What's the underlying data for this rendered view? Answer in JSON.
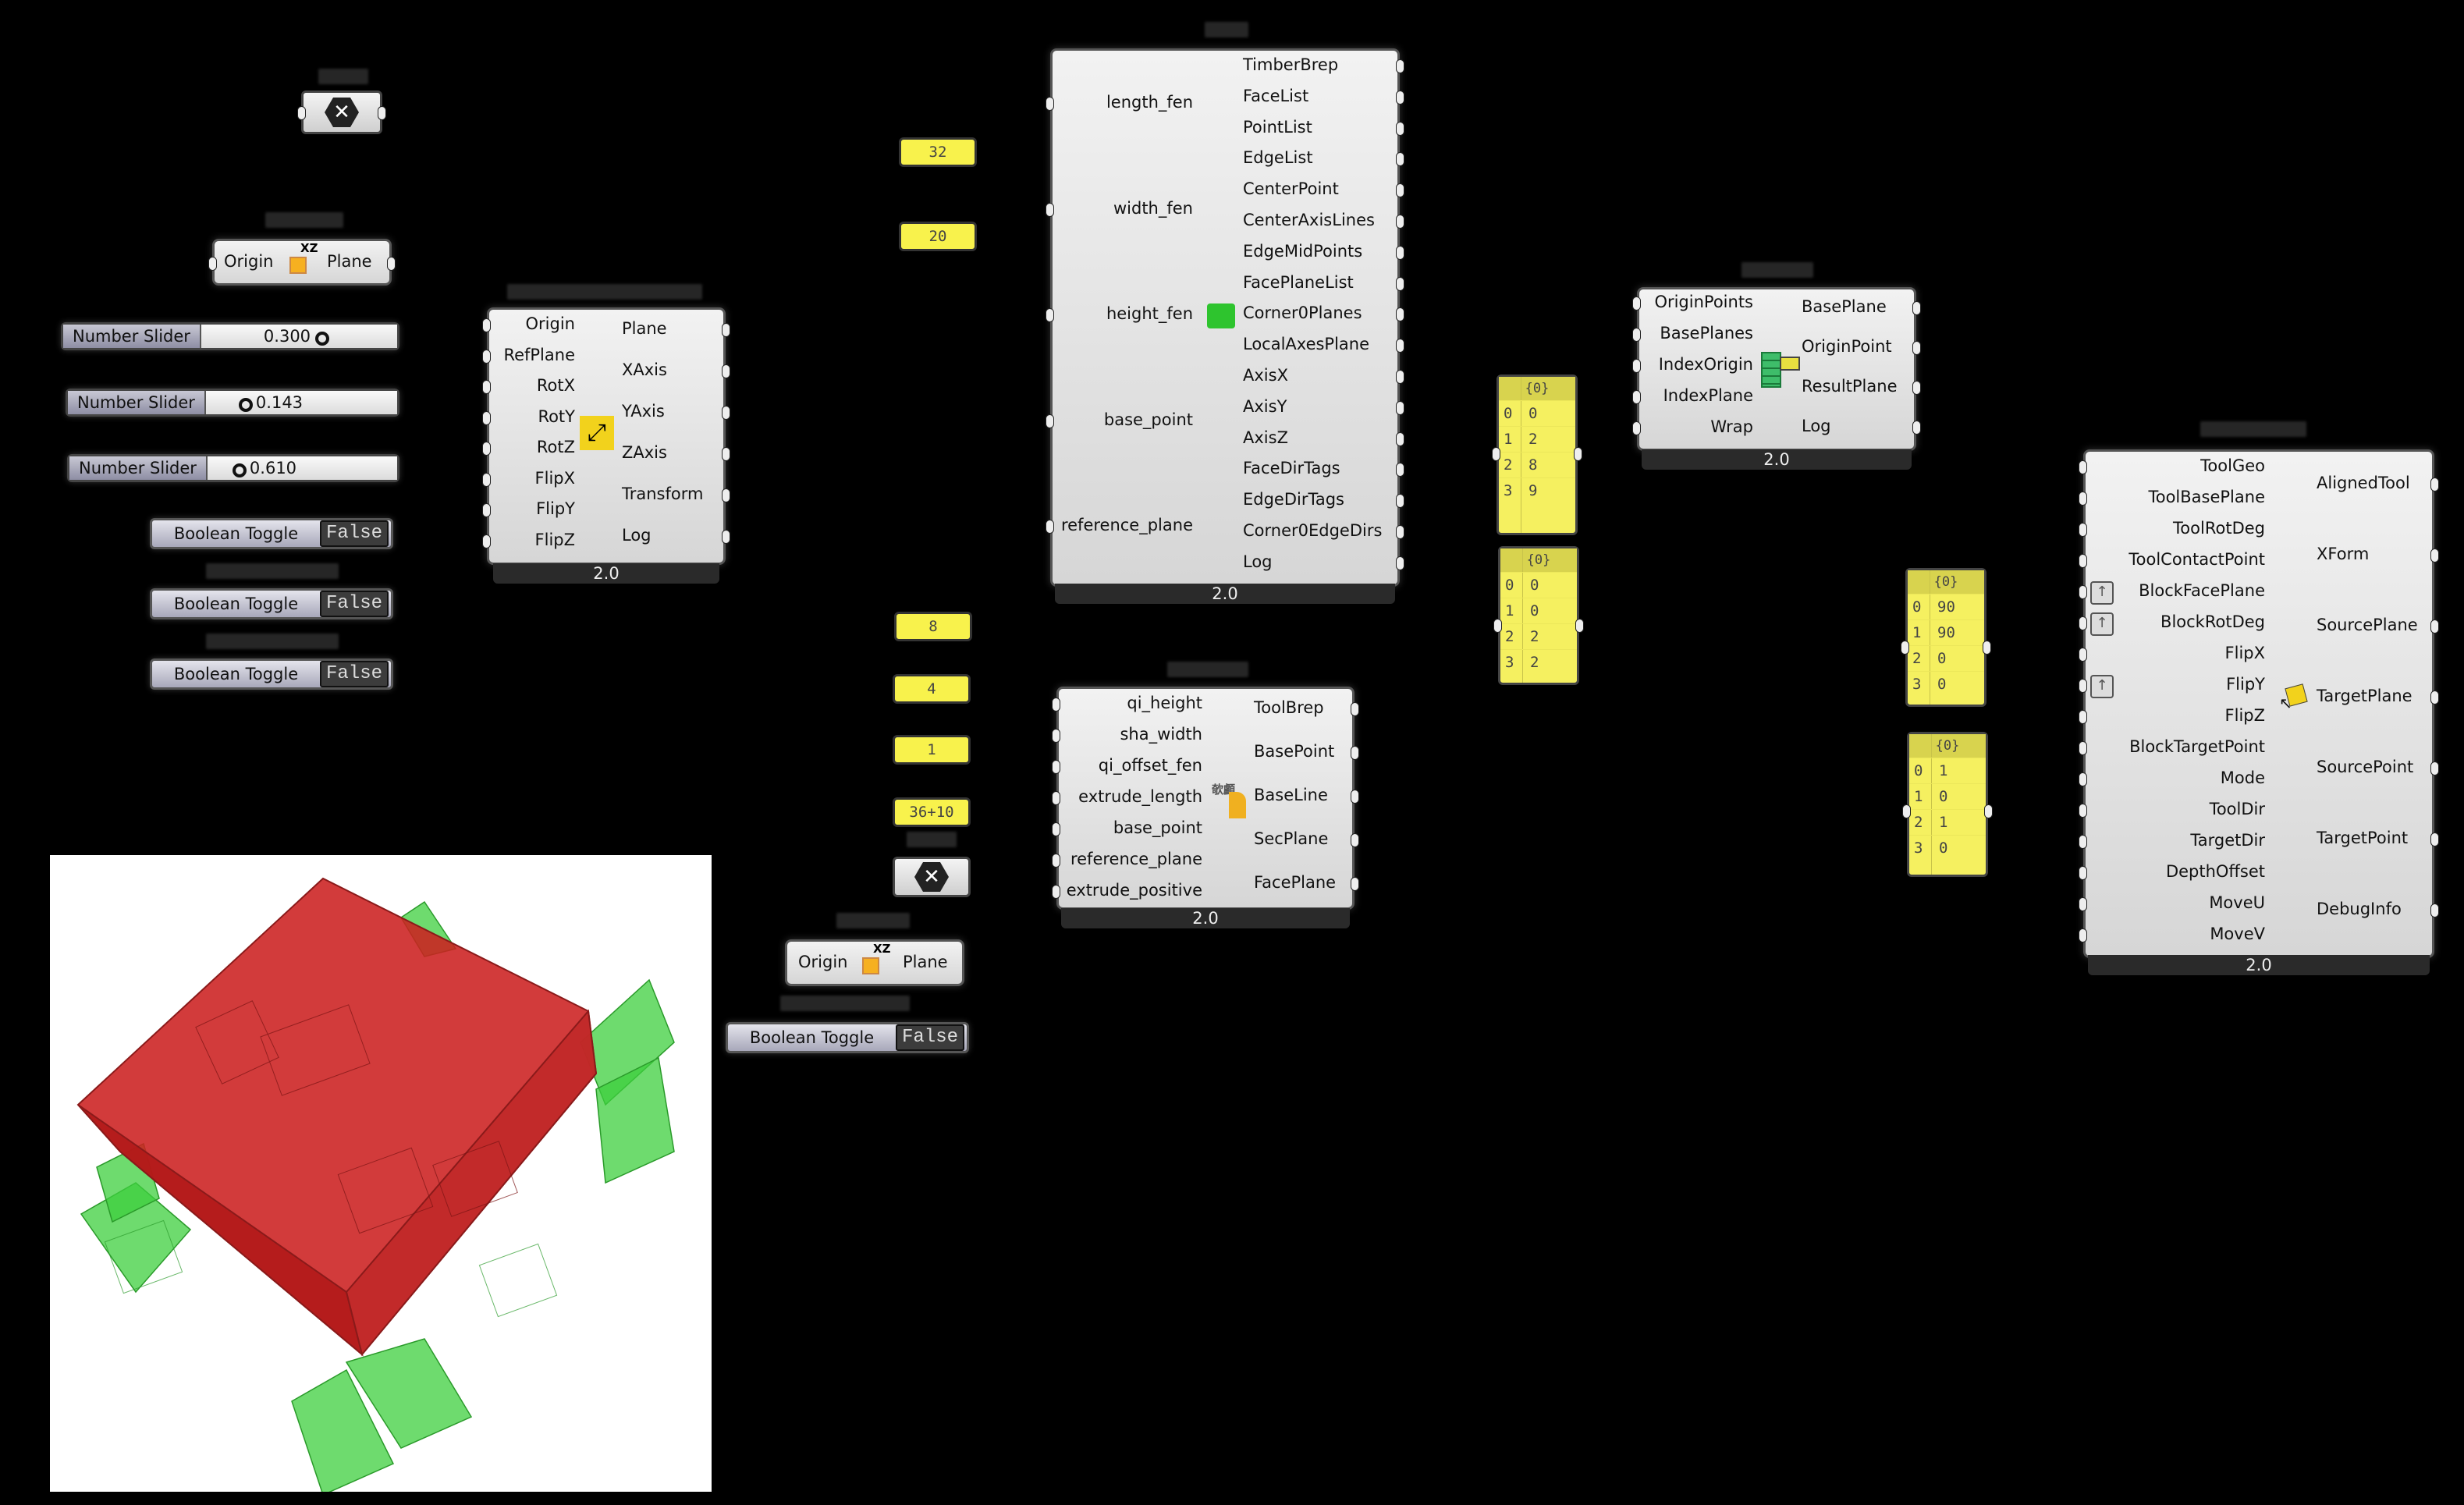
{
  "canvas": {
    "background": "#000000"
  },
  "colors": {
    "node_bg": "#e0e0e0",
    "panel_yellow": "#f5f060",
    "footer": "#2a2a2a",
    "viewport_bg": "#ffffff",
    "block_red": "#d02a2a",
    "tool_green": "#3ecf3e"
  },
  "bool_button_top": {
    "icon": "x-hexagon-icon"
  },
  "xz_plane_1": {
    "inputs": [
      "Origin"
    ],
    "outputs": [
      "Plane"
    ],
    "icon_label": "XZ"
  },
  "sliders": [
    {
      "label": "Number Slider",
      "value": "0.300"
    },
    {
      "label": "Number Slider",
      "value": "0.143"
    },
    {
      "label": "Number Slider",
      "value": "0.610"
    }
  ],
  "toggles_left": [
    {
      "label": "Boolean Toggle",
      "state": "False"
    },
    {
      "label": "Boolean Toggle",
      "state": "False"
    },
    {
      "label": "Boolean Toggle",
      "state": "False"
    }
  ],
  "plane_transform": {
    "inputs": [
      "Origin",
      "RefPlane",
      "RotX",
      "RotY",
      "RotZ",
      "FlipX",
      "FlipY",
      "FlipZ"
    ],
    "outputs": [
      "Plane",
      "XAxis",
      "YAxis",
      "ZAxis",
      "Transform",
      "Log"
    ],
    "version": "2.0"
  },
  "number_panels_top": [
    "32",
    "20"
  ],
  "timber_block": {
    "inputs": [
      "length_fen",
      "width_fen",
      "height_fen",
      "base_point",
      "reference_plane"
    ],
    "outputs": [
      "TimberBrep",
      "FaceList",
      "PointList",
      "EdgeList",
      "CenterPoint",
      "CenterAxisLines",
      "EdgeMidPoints",
      "FacePlaneList",
      "Corner0Planes",
      "LocalAxesPlane",
      "AxisX",
      "AxisY",
      "AxisZ",
      "FaceDirTags",
      "EdgeDirTags",
      "Corner0EdgeDirs",
      "Log"
    ],
    "version": "2.0"
  },
  "number_panels_mid": [
    "8",
    "4",
    "1",
    "36+10"
  ],
  "bool_button_mid": {
    "icon": "x-hexagon-icon"
  },
  "xz_plane_2": {
    "inputs": [
      "Origin"
    ],
    "outputs": [
      "Plane"
    ],
    "icon_label": "XZ"
  },
  "toggle_mid": {
    "label": "Boolean Toggle",
    "state": "False"
  },
  "tool_builder": {
    "inputs": [
      "qi_height",
      "sha_width",
      "qi_offset_fen",
      "extrude_length",
      "base_point",
      "reference_plane",
      "extrude_positive"
    ],
    "outputs": [
      "ToolBrep",
      "BasePoint",
      "BaseLine",
      "SecPlane",
      "FacePlane"
    ],
    "icon_text": "欹顱",
    "version": "2.0"
  },
  "list_panels_a": [
    {
      "header": "{0}",
      "rows": [
        [
          "0",
          "0"
        ],
        [
          "1",
          "2"
        ],
        [
          "2",
          "8"
        ],
        [
          "3",
          "9"
        ]
      ]
    },
    {
      "header": "{0}",
      "rows": [
        [
          "0",
          "0"
        ],
        [
          "1",
          "0"
        ],
        [
          "2",
          "2"
        ],
        [
          "3",
          "2"
        ]
      ]
    }
  ],
  "plane_picker": {
    "inputs": [
      "OriginPoints",
      "BasePlanes",
      "IndexOrigin",
      "IndexPlane",
      "Wrap"
    ],
    "outputs": [
      "BasePlane",
      "OriginPoint",
      "ResultPlane",
      "Log"
    ],
    "version": "2.0"
  },
  "list_panels_b": [
    {
      "header": "{0}",
      "rows": [
        [
          "0",
          "90"
        ],
        [
          "1",
          "90"
        ],
        [
          "2",
          "0"
        ],
        [
          "3",
          "0"
        ]
      ]
    },
    {
      "header": "{0}",
      "rows": [
        [
          "0",
          "1"
        ],
        [
          "1",
          "0"
        ],
        [
          "2",
          "1"
        ],
        [
          "3",
          "0"
        ]
      ]
    }
  ],
  "align_tool": {
    "inputs": [
      "ToolGeo",
      "ToolBasePlane",
      "ToolRotDeg",
      "ToolContactPoint",
      "BlockFacePlane",
      "BlockRotDeg",
      "FlipX",
      "FlipY",
      "FlipZ",
      "BlockTargetPoint",
      "Mode",
      "ToolDir",
      "TargetDir",
      "DepthOffset",
      "MoveU",
      "MoveV"
    ],
    "inputs_with_graft_icon": [
      4,
      5,
      7
    ],
    "outputs": [
      "AlignedTool",
      "XForm",
      "SourcePlane",
      "TargetPlane",
      "SourcePoint",
      "TargetPoint",
      "DebugInfo"
    ],
    "version": "2.0"
  },
  "viewport": {
    "description": "3D preview: translucent red timber block with green tool solids and mesh grids"
  }
}
